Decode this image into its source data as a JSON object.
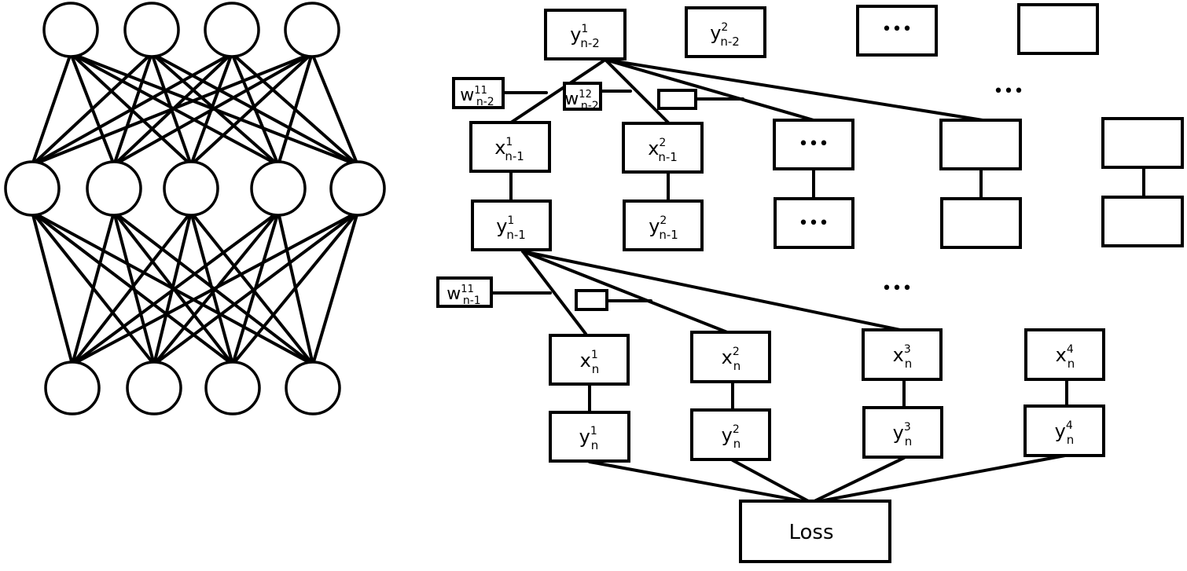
{
  "colors": {
    "stroke": "#000000",
    "background": "#ffffff"
  },
  "ellipsis": "•••",
  "net": {
    "layers": [
      4,
      5,
      4
    ]
  },
  "nodes": {
    "y_n2_1": {
      "base": "y",
      "sup": "1",
      "sub": "n-2"
    },
    "y_n2_2": {
      "base": "y",
      "sup": "2",
      "sub": "n-2"
    },
    "x_n1_1": {
      "base": "x",
      "sup": "1",
      "sub": "n-1"
    },
    "x_n1_2": {
      "base": "x",
      "sup": "2",
      "sub": "n-1"
    },
    "y_n1_1": {
      "base": "y",
      "sup": "1",
      "sub": "n-1"
    },
    "y_n1_2": {
      "base": "y",
      "sup": "2",
      "sub": "n-1"
    },
    "x_n_1": {
      "base": "x",
      "sup": "1",
      "sub": "n"
    },
    "x_n_2": {
      "base": "x",
      "sup": "2",
      "sub": "n"
    },
    "x_n_3": {
      "base": "x",
      "sup": "3",
      "sub": "n"
    },
    "x_n_4": {
      "base": "x",
      "sup": "4",
      "sub": "n"
    },
    "y_n_1": {
      "base": "y",
      "sup": "1",
      "sub": "n"
    },
    "y_n_2": {
      "base": "y",
      "sup": "2",
      "sub": "n"
    },
    "y_n_3": {
      "base": "y",
      "sup": "3",
      "sub": "n"
    },
    "y_n_4": {
      "base": "y",
      "sup": "4",
      "sub": "n"
    },
    "w_n2_11": {
      "base": "w",
      "sup": "11",
      "sub": "n-2"
    },
    "w_n2_12": {
      "base": "w",
      "sup": "12",
      "sub": "n-2"
    },
    "w_n1_11": {
      "base": "w",
      "sup": "11",
      "sub": "n-1"
    },
    "loss": {
      "text": "Loss"
    }
  }
}
